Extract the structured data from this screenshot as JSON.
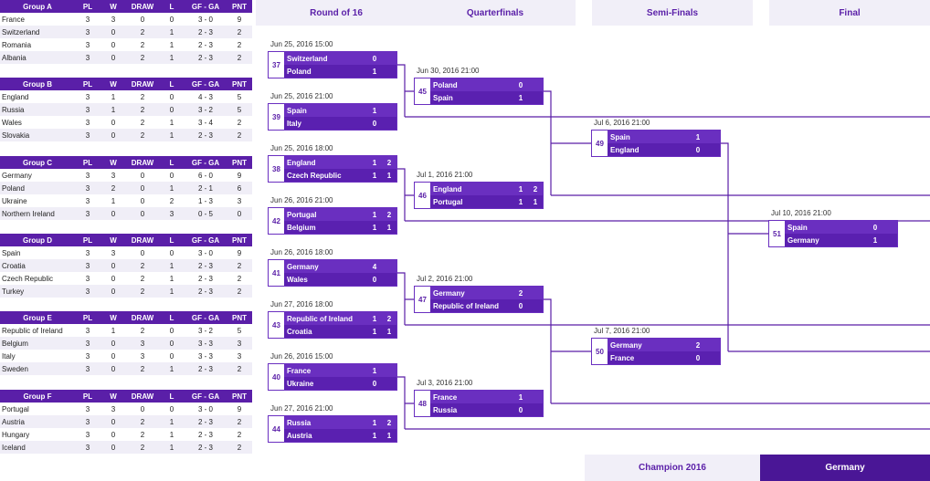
{
  "table_headers": {
    "pl": "PL",
    "w": "W",
    "draw": "DRAW",
    "l": "L",
    "gf_ga": "GF - GA",
    "pnt": "PNT"
  },
  "groups": [
    {
      "name": "Group A",
      "rows": [
        {
          "team": "France",
          "pl": "3",
          "w": "3",
          "draw": "0",
          "l": "0",
          "gf": "3 - 0",
          "pnt": "9"
        },
        {
          "team": "Switzerland",
          "pl": "3",
          "w": "0",
          "draw": "2",
          "l": "1",
          "gf": "2 - 3",
          "pnt": "2"
        },
        {
          "team": "Romania",
          "pl": "3",
          "w": "0",
          "draw": "2",
          "l": "1",
          "gf": "2 - 3",
          "pnt": "2"
        },
        {
          "team": "Albania",
          "pl": "3",
          "w": "0",
          "draw": "2",
          "l": "1",
          "gf": "2 - 3",
          "pnt": "2"
        }
      ]
    },
    {
      "name": "Group B",
      "rows": [
        {
          "team": "England",
          "pl": "3",
          "w": "1",
          "draw": "2",
          "l": "0",
          "gf": "4 - 3",
          "pnt": "5"
        },
        {
          "team": "Russia",
          "pl": "3",
          "w": "1",
          "draw": "2",
          "l": "0",
          "gf": "3 - 2",
          "pnt": "5"
        },
        {
          "team": "Wales",
          "pl": "3",
          "w": "0",
          "draw": "2",
          "l": "1",
          "gf": "3 - 4",
          "pnt": "2"
        },
        {
          "team": "Slovakia",
          "pl": "3",
          "w": "0",
          "draw": "2",
          "l": "1",
          "gf": "2 - 3",
          "pnt": "2"
        }
      ]
    },
    {
      "name": "Group C",
      "rows": [
        {
          "team": "Germany",
          "pl": "3",
          "w": "3",
          "draw": "0",
          "l": "0",
          "gf": "6 - 0",
          "pnt": "9"
        },
        {
          "team": "Poland",
          "pl": "3",
          "w": "2",
          "draw": "0",
          "l": "1",
          "gf": "2 - 1",
          "pnt": "6"
        },
        {
          "team": "Ukraine",
          "pl": "3",
          "w": "1",
          "draw": "0",
          "l": "2",
          "gf": "1 - 3",
          "pnt": "3"
        },
        {
          "team": "Northern Ireland",
          "pl": "3",
          "w": "0",
          "draw": "0",
          "l": "3",
          "gf": "0 - 5",
          "pnt": "0"
        }
      ]
    },
    {
      "name": "Group D",
      "rows": [
        {
          "team": "Spain",
          "pl": "3",
          "w": "3",
          "draw": "0",
          "l": "0",
          "gf": "3 - 0",
          "pnt": "9"
        },
        {
          "team": "Croatia",
          "pl": "3",
          "w": "0",
          "draw": "2",
          "l": "1",
          "gf": "2 - 3",
          "pnt": "2"
        },
        {
          "team": "Czech Republic",
          "pl": "3",
          "w": "0",
          "draw": "2",
          "l": "1",
          "gf": "2 - 3",
          "pnt": "2"
        },
        {
          "team": "Turkey",
          "pl": "3",
          "w": "0",
          "draw": "2",
          "l": "1",
          "gf": "2 - 3",
          "pnt": "2"
        }
      ]
    },
    {
      "name": "Group E",
      "rows": [
        {
          "team": "Republic of Ireland",
          "pl": "3",
          "w": "1",
          "draw": "2",
          "l": "0",
          "gf": "3 - 2",
          "pnt": "5"
        },
        {
          "team": "Belgium",
          "pl": "3",
          "w": "0",
          "draw": "3",
          "l": "0",
          "gf": "3 - 3",
          "pnt": "3"
        },
        {
          "team": "Italy",
          "pl": "3",
          "w": "0",
          "draw": "3",
          "l": "0",
          "gf": "3 - 3",
          "pnt": "3"
        },
        {
          "team": "Sweden",
          "pl": "3",
          "w": "0",
          "draw": "2",
          "l": "1",
          "gf": "2 - 3",
          "pnt": "2"
        }
      ]
    },
    {
      "name": "Group F",
      "rows": [
        {
          "team": "Portugal",
          "pl": "3",
          "w": "3",
          "draw": "0",
          "l": "0",
          "gf": "3 - 0",
          "pnt": "9"
        },
        {
          "team": "Austria",
          "pl": "3",
          "w": "0",
          "draw": "2",
          "l": "1",
          "gf": "2 - 3",
          "pnt": "2"
        },
        {
          "team": "Hungary",
          "pl": "3",
          "w": "0",
          "draw": "2",
          "l": "1",
          "gf": "2 - 3",
          "pnt": "2"
        },
        {
          "team": "Iceland",
          "pl": "3",
          "w": "0",
          "draw": "2",
          "l": "1",
          "gf": "2 - 3",
          "pnt": "2"
        }
      ]
    }
  ],
  "rounds": [
    {
      "label": "Round of 16"
    },
    {
      "label": "Quarterfinals"
    },
    {
      "label": "Semi-Finals"
    },
    {
      "label": "Final"
    }
  ],
  "matches": [
    {
      "id": "37",
      "date": "Jun 25, 2016   15:00",
      "t1": "Switzerland",
      "s1": "0",
      "p1": "",
      "t2": "Poland",
      "s2": "1",
      "p2": ""
    },
    {
      "id": "39",
      "date": "Jun 25, 2016   21:00",
      "t1": "Spain",
      "s1": "1",
      "p1": "",
      "t2": "Italy",
      "s2": "0",
      "p2": ""
    },
    {
      "id": "38",
      "date": "Jun 25, 2016   18:00",
      "t1": "England",
      "s1": "1",
      "p1": "2",
      "t2": "Czech Republic",
      "s2": "1",
      "p2": "1"
    },
    {
      "id": "42",
      "date": "Jun 26, 2016   21:00",
      "t1": "Portugal",
      "s1": "1",
      "p1": "2",
      "t2": "Belgium",
      "s2": "1",
      "p2": "1"
    },
    {
      "id": "41",
      "date": "Jun 26, 2016   18:00",
      "t1": "Germany",
      "s1": "4",
      "p1": "",
      "t2": "Wales",
      "s2": "0",
      "p2": ""
    },
    {
      "id": "43",
      "date": "Jun 27, 2016   18:00",
      "t1": "Republic of Ireland",
      "s1": "1",
      "p1": "2",
      "t2": "Croatia",
      "s2": "1",
      "p2": "1"
    },
    {
      "id": "40",
      "date": "Jun 26, 2016   15:00",
      "t1": "France",
      "s1": "1",
      "p1": "",
      "t2": "Ukraine",
      "s2": "0",
      "p2": ""
    },
    {
      "id": "44",
      "date": "Jun 27, 2016   21:00",
      "t1": "Russia",
      "s1": "1",
      "p1": "2",
      "t2": "Austria",
      "s2": "1",
      "p2": "1"
    },
    {
      "id": "45",
      "date": "Jun 30, 2016   21:00",
      "t1": "Poland",
      "s1": "0",
      "p1": "",
      "t2": "Spain",
      "s2": "1",
      "p2": ""
    },
    {
      "id": "46",
      "date": "Jul 1, 2016   21:00",
      "t1": "England",
      "s1": "1",
      "p1": "2",
      "t2": "Portugal",
      "s2": "1",
      "p2": "1"
    },
    {
      "id": "47",
      "date": "Jul 2, 2016   21:00",
      "t1": "Germany",
      "s1": "2",
      "p1": "",
      "t2": "Republic of Ireland",
      "s2": "0",
      "p2": ""
    },
    {
      "id": "48",
      "date": "Jul 3, 2016   21:00",
      "t1": "France",
      "s1": "1",
      "p1": "",
      "t2": "Russia",
      "s2": "0",
      "p2": ""
    },
    {
      "id": "49",
      "date": "Jul 6, 2016   21:00",
      "t1": "Spain",
      "s1": "1",
      "p1": "",
      "t2": "England",
      "s2": "0",
      "p2": ""
    },
    {
      "id": "50",
      "date": "Jul 7, 2016   21:00",
      "t1": "Germany",
      "s1": "2",
      "p1": "",
      "t2": "France",
      "s2": "0",
      "p2": ""
    },
    {
      "id": "51",
      "date": "Jul 10, 2016   21:00",
      "t1": "Spain",
      "s1": "0",
      "p1": "",
      "t2": "Germany",
      "s2": "1",
      "p2": ""
    }
  ],
  "champion": {
    "label": "Champion 2016",
    "team": "Germany"
  }
}
